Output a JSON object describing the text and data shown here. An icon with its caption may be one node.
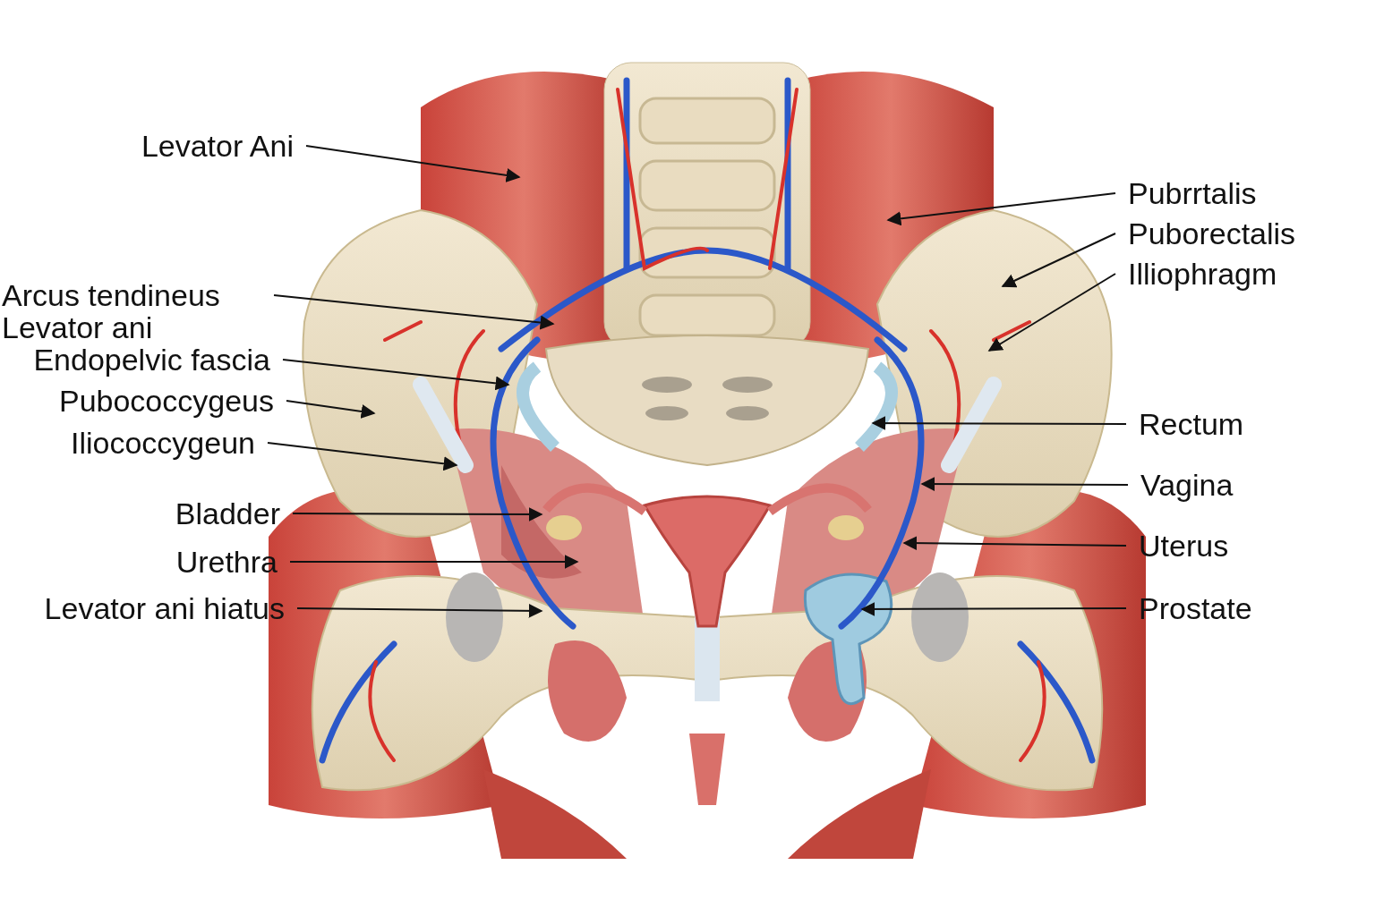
{
  "diagram": {
    "nodes": [
      {
        "text": [
          "Levator Ani"
        ]
      },
      {
        "text": [
          "Arcus tendineus Levator ani"
        ]
      },
      {
        "text": [
          "Endopelvic fascia"
        ]
      },
      {
        "text": [
          "Pubococcygeus"
        ]
      },
      {
        "text": [
          "Iliococcygeun"
        ]
      },
      {
        "text": [
          "Bladder"
        ]
      },
      {
        "text": [
          "Urethra"
        ]
      },
      {
        "text": [
          "Levator ani hiatus"
        ]
      },
      {
        "text": [
          "Pubrrtalis"
        ]
      },
      {
        "text": [
          "Puborectalis"
        ]
      },
      {
        "text": [
          "Illiophragm"
        ]
      },
      {
        "text": [
          "Rectum"
        ]
      },
      {
        "text": [
          "Vagina"
        ]
      },
      {
        "text": [
          "Uterus"
        ]
      },
      {
        "text": [
          "Prostate"
        ]
      }
    ],
    "edges": [
      {
        "from": 0,
        "to": null,
        "arrow": "to"
      },
      {
        "from": 1,
        "to": null,
        "arrow": "to"
      },
      {
        "from": 2,
        "to": null,
        "arrow": "to"
      },
      {
        "from": 3,
        "to": null,
        "arrow": "to"
      },
      {
        "from": 4,
        "to": null,
        "arrow": "to"
      },
      {
        "from": 5,
        "to": null,
        "arrow": "to"
      },
      {
        "from": 6,
        "to": null,
        "arrow": "to"
      },
      {
        "from": 7,
        "to": null,
        "arrow": "to"
      },
      {
        "from": 8,
        "to": null,
        "arrow": "to"
      },
      {
        "from": 9,
        "to": null,
        "arrow": "to"
      },
      {
        "from": 10,
        "to": null,
        "arrow": "to"
      },
      {
        "from": 11,
        "to": null,
        "arrow": "to"
      },
      {
        "from": 12,
        "to": null,
        "arrow": "to"
      },
      {
        "from": 13,
        "to": null,
        "arrow": "to"
      },
      {
        "from": 14,
        "to": null,
        "arrow": "to"
      }
    ]
  }
}
